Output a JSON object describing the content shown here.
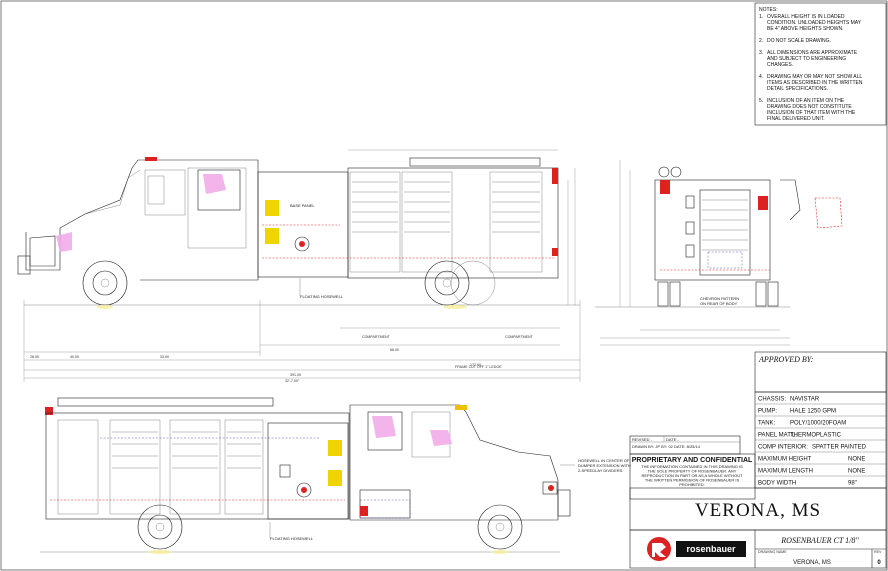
{
  "notes": {
    "heading": "NOTES:",
    "items": [
      {
        "num": "1.",
        "lines": [
          "OVERALL HEIGHT IS IN LOADED",
          "CONDITION. UNLOADED HEIGHTS MAY",
          "BE 4\" ABOVE HEIGHTS SHOWN."
        ]
      },
      {
        "num": "2.",
        "lines": [
          "DO NOT SCALE DRAWING."
        ]
      },
      {
        "num": "3.",
        "lines": [
          "ALL DIMENSIONS ARE APPROXIMATE",
          "AND SUBJECT TO ENGINEERING",
          "CHANGES."
        ]
      },
      {
        "num": "4.",
        "lines": [
          "DRAWING MAY OR MAY NOT SHOW ALL",
          "ITEMS AS DESCRIBED IN THE WRITTEN",
          "DETAIL SPECIFICATIONS."
        ]
      },
      {
        "num": "5.",
        "lines": [
          "INCLUSION OF AN ITEM ON THE",
          "DRAWING DOES NOT CONSTITUTE",
          "INCLUSION OF THAT ITEM WITH THE",
          "FINAL DELIVERED UNIT."
        ]
      }
    ]
  },
  "callouts": {
    "floating_hosewell_top": "FLOATING HOSEWELL",
    "floating_hosewell_bottom": "FLOATING HOSEWELL",
    "hosewell_center": [
      "HOSEWELL IN CENTER OF",
      "DUMPER EXTENSION WITH",
      "2-SPEEDLAY DIVIDERS"
    ],
    "base_panel": "BASE PANEL",
    "frame_cut": "FRAME CUT OFF 1\" LEDGE",
    "chevron_pattern": [
      "CHEVRON PATTERN",
      "ON REAR OF BODY"
    ]
  },
  "dimensions": {
    "overall_length": "32'-7.00\"",
    "overall_length_in": "391.00",
    "front_bumper": "28.00",
    "front_overhang": "40.00",
    "cab_to_axle": "33.00",
    "body_length": "66.00",
    "wheelbase": "172.00",
    "compartment_left": "COMPARTMENT",
    "compartment_right": "COMPARTMENT"
  },
  "approval": {
    "label": "APPROVED BY:"
  },
  "specs": [
    {
      "label": "CHASSIS:",
      "value": "NAVISTAR"
    },
    {
      "label": "PUMP:",
      "value": "HALE 1250 GPM"
    },
    {
      "label": "TANK:",
      "value": "POLY/1000/20FOAM"
    },
    {
      "label": "PANEL MAT'L:",
      "value": "THERMOPLASTIC"
    },
    {
      "label": "COMP INTERIOR:",
      "value": "SPATTER PAINTED"
    },
    {
      "label": "MAXIMUM HEIGHT",
      "value": "NONE"
    },
    {
      "label": "MAXIMUM LENGTH",
      "value": "NONE"
    },
    {
      "label": "BODY WIDTH",
      "value": "98\""
    }
  ],
  "revision": {
    "revised": "REVISED -",
    "date_label": "DATE -",
    "drawn_line": "DRAWN BY: JP BY: 02  DATE: 8/25/14"
  },
  "proprietary": {
    "title": "PROPRIETARY AND CONFIDENTIAL",
    "lines": [
      "THE INFORMATION CONTAINED IN THIS DRAWING IS",
      "THE SOLE PROPERTY OF ROSENBAUER. ANY",
      "REPRODUCTION IN PART OR AS A WHOLE WITHOUT",
      "THE WRITTEN PERMISSION OF ROSENBAUER IS",
      "PROHIBITED."
    ]
  },
  "customer": {
    "name": "VERONA, MS",
    "model": "ROSENBAUER CT 1/8\"",
    "drawing_name_label": "DRAWING NAME",
    "drawing_name": "VERONA, MS",
    "rev_label": "REV",
    "rev": "0"
  },
  "logo": {
    "text": "rosenbauer"
  },
  "colors": {
    "warning_red": "#dd2222",
    "light_pink": "#f1a6e8",
    "compartment_yellow": "#f0d400",
    "hose_blue": "#3333aa"
  }
}
